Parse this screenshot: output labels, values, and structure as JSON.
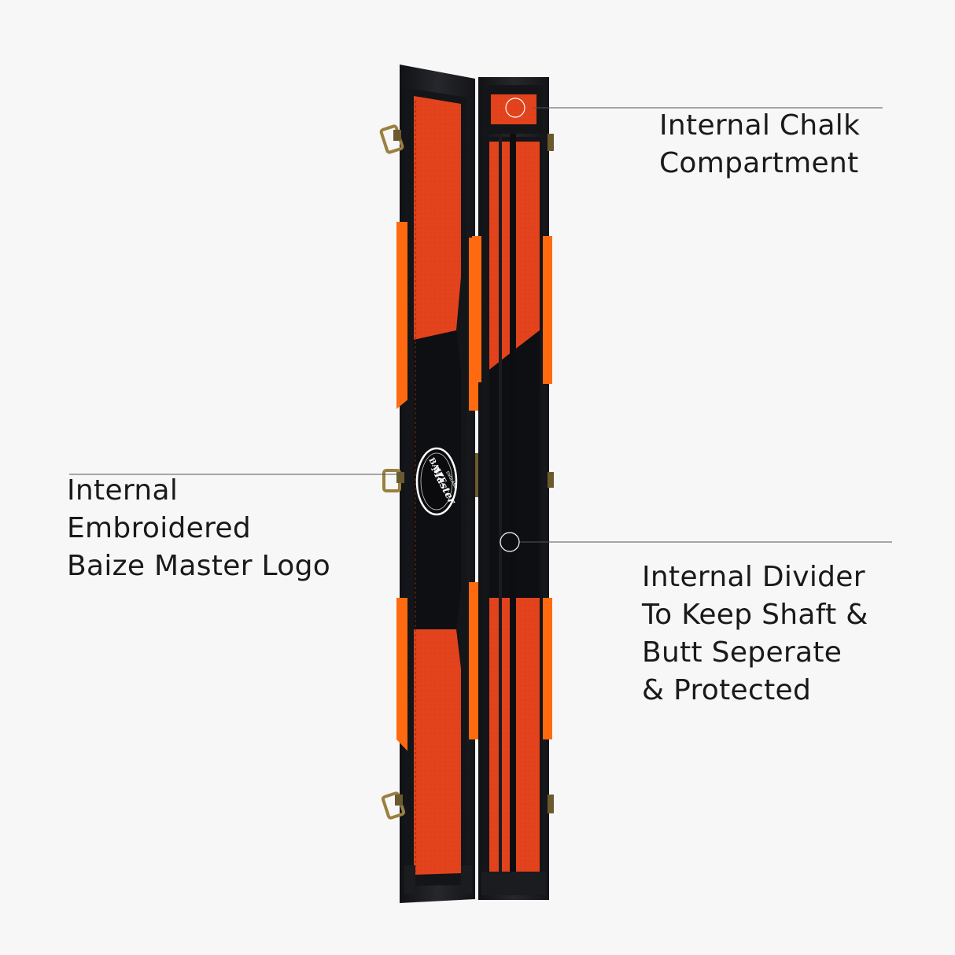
{
  "callouts": {
    "chalk": {
      "lines": [
        "Internal Chalk",
        "Compartment"
      ]
    },
    "logo": {
      "lines": [
        "Internal",
        "Embroidered",
        "Baize Master Logo"
      ]
    },
    "divider": {
      "lines": [
        "Internal Divider",
        "To Keep Shaft &",
        "Butt Seperate",
        "& Protected"
      ]
    }
  },
  "badge": {
    "top": "BAIZE",
    "script": "Master",
    "bottom": "ENGLAND"
  },
  "colors": {
    "background": "#f7f7f7",
    "case_black": "#1b1c20",
    "lining_orange": "#e2421c",
    "panel_orange": "#ff6a10",
    "hardware_brass": "#9a8040",
    "leader_line": "#555555"
  }
}
